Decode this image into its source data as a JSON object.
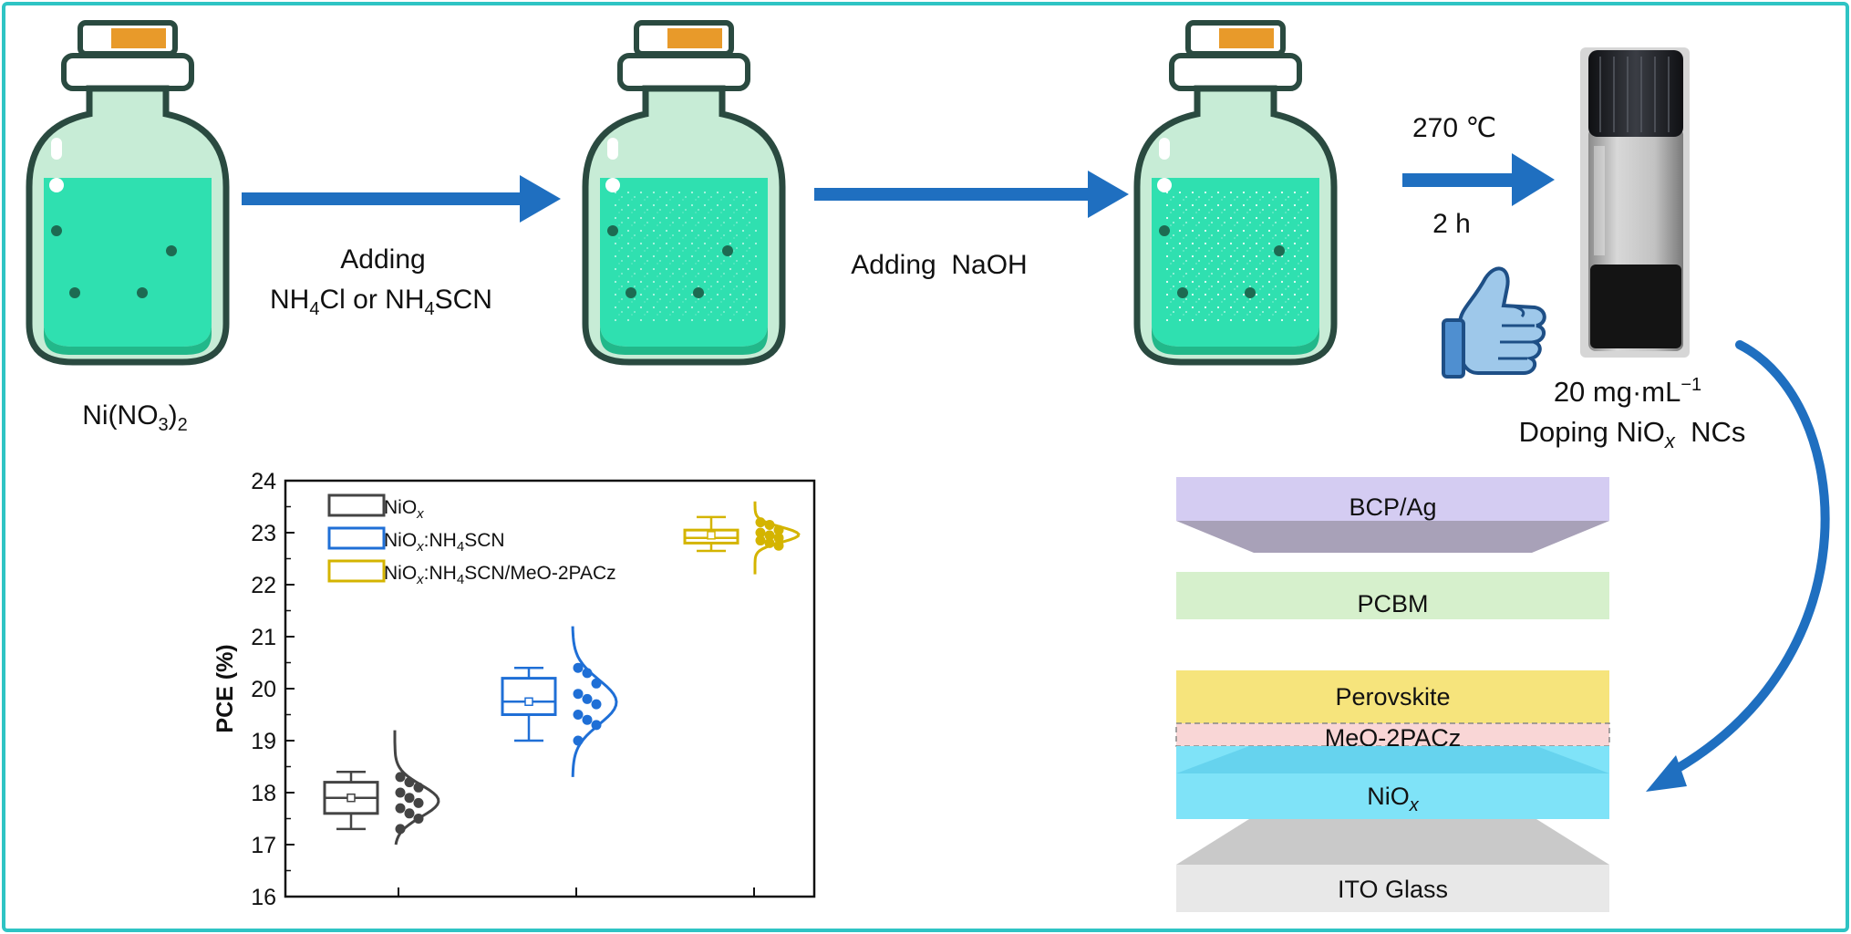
{
  "synthesis": {
    "start_label": "Ni(NO",
    "start_sub1": "3",
    "start_sub2": "2",
    "step1_line1": "Adding",
    "step1_a": "NH",
    "step1_a_sub": "4",
    "step1_b": "Cl or NH",
    "step1_b_sub": "4",
    "step1_c": "SCN",
    "step2_label": "Adding  NaOH",
    "step3_temp": "270 ℃",
    "step3_time": "2 h",
    "product_conc": "20 mg·mL",
    "product_conc_sup": "−1",
    "product_name": "Doping NiO",
    "product_name_sub": "x",
    "product_name_end": "  NCs"
  },
  "device_stack": {
    "layers": [
      {
        "label": "BCP/Ag",
        "color": "#d4ccf2"
      },
      {
        "label": "PCBM",
        "color": "#d6f0cc"
      },
      {
        "label": "Perovskite",
        "color": "#f6e47c"
      },
      {
        "label": "MeO-2PACz",
        "color": "#f9d6d6"
      },
      {
        "label": "NiO",
        "label_sub": "x",
        "color": "#7fe3f8"
      },
      {
        "label": "ITO Glass",
        "color": "#e8e8e8"
      }
    ]
  },
  "colors": {
    "frame": "#2ec4c4",
    "arrow": "#1f6fc0",
    "liquid": "#2fe0b0",
    "bottle_outline": "#2a4a40",
    "cork": "#e89a2a"
  },
  "icons": [
    "glass-bottle-icon",
    "thumbs-up-icon",
    "screw-cap-vial-photo"
  ],
  "chart_data": {
    "type": "box",
    "ylabel": "PCE (%)",
    "ylim": [
      16,
      24
    ],
    "yticks": [
      16,
      17,
      18,
      19,
      20,
      21,
      22,
      23,
      24
    ],
    "legend_position": "top-left",
    "series": [
      {
        "name": "NiO",
        "name_sub": "x",
        "name_rest": "",
        "color": "#444444",
        "box": {
          "q1": 17.6,
          "median": 17.9,
          "q3": 18.2,
          "whisker_low": 17.3,
          "whisker_high": 18.4,
          "mean": 17.9
        },
        "points": [
          18.3,
          18.2,
          18.1,
          18.0,
          17.9,
          17.8,
          17.7,
          17.6,
          17.5,
          17.3
        ],
        "dist_range": [
          17.0,
          19.2
        ]
      },
      {
        "name": "NiO",
        "name_sub": "x",
        "name_rest": ":NH",
        "name_sub2": "4",
        "name_rest2": "SCN",
        "color": "#1f6fd6",
        "box": {
          "q1": 19.5,
          "median": 19.75,
          "q3": 20.2,
          "whisker_low": 19.0,
          "whisker_high": 20.4,
          "mean": 19.75
        },
        "points": [
          20.4,
          20.3,
          20.1,
          19.9,
          19.8,
          19.7,
          19.5,
          19.4,
          19.3,
          19.0
        ],
        "dist_range": [
          18.3,
          21.2
        ]
      },
      {
        "name": "NiO",
        "name_sub": "x",
        "name_rest": ":NH",
        "name_sub2": "4",
        "name_rest2": "SCN/MeO-2PACz",
        "color": "#d4b400",
        "box": {
          "q1": 22.8,
          "median": 22.9,
          "q3": 23.05,
          "whisker_low": 22.65,
          "whisker_high": 23.3,
          "mean": 22.95
        },
        "points": [
          23.2,
          23.15,
          23.05,
          23.0,
          22.95,
          22.9,
          22.85,
          22.8,
          22.75
        ],
        "dist_range": [
          22.2,
          23.6
        ]
      }
    ]
  }
}
